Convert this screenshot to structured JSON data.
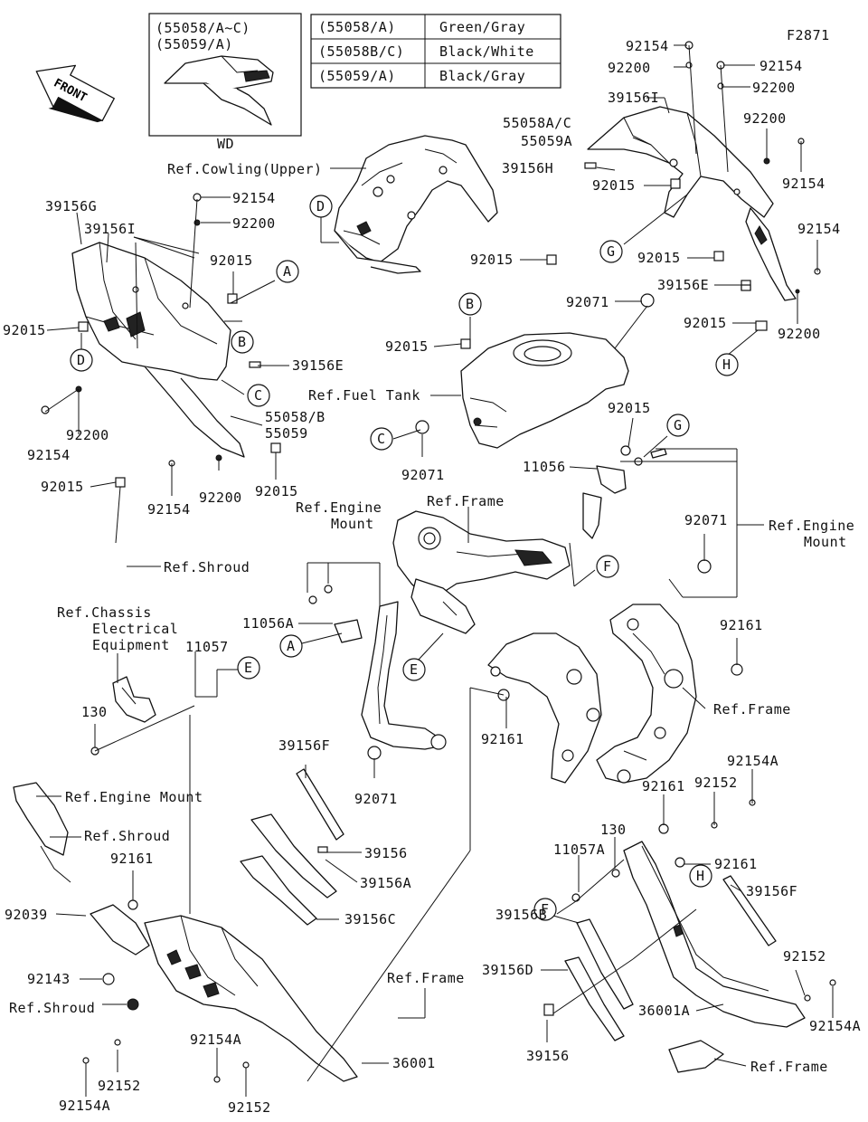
{
  "figure_code": "F2871",
  "front_label": "FRONT",
  "variant_box": {
    "line1": "(55058/A~C)",
    "line2": "(55059/A)",
    "caption": "WD"
  },
  "color_table": [
    {
      "code": "(55058/A)",
      "color": "Green/Gray"
    },
    {
      "code": "(55058B/C)",
      "color": "Black/White"
    },
    {
      "code": "(55059/A)",
      "color": "Black/Gray"
    }
  ],
  "callouts": [
    "A",
    "B",
    "C",
    "D",
    "E",
    "F",
    "G",
    "H"
  ],
  "labels": {
    "ref_cowling_upper": "Ref.Cowling(Upper)",
    "ref_fuel_tank": "Ref.Fuel Tank",
    "ref_frame": "Ref.Frame",
    "ref_engine_mount": "Ref.Engine",
    "ref_engine_mount_2": "Mount",
    "ref_engine_mount_full": "Ref.Engine Mount",
    "ref_shroud": "Ref.Shroud",
    "ref_chassis_1": "Ref.Chassis",
    "ref_chassis_2": "Electrical",
    "ref_chassis_3": "Equipment",
    "p92154": "92154",
    "p92154A": "92154A",
    "p92200": "92200",
    "p92015": "92015",
    "p92071": "92071",
    "p92161": "92161",
    "p92152": "92152",
    "p92143": "92143",
    "p92039": "92039",
    "p39156": "39156",
    "p39156A": "39156A",
    "p39156B": "39156B",
    "p39156C": "39156C",
    "p39156D": "39156D",
    "p39156E": "39156E",
    "p39156F": "39156F",
    "p39156G": "39156G",
    "p39156H": "39156H",
    "p39156I": "39156I",
    "p55058AC": "55058A/C",
    "p55059A": "55059A",
    "p55058B": "55058/B",
    "p55059": "55059",
    "p11056": "11056",
    "p11056A": "11056A",
    "p11057": "11057",
    "p11057A": "11057A",
    "p130": "130",
    "p36001": "36001",
    "p36001A": "36001A"
  }
}
